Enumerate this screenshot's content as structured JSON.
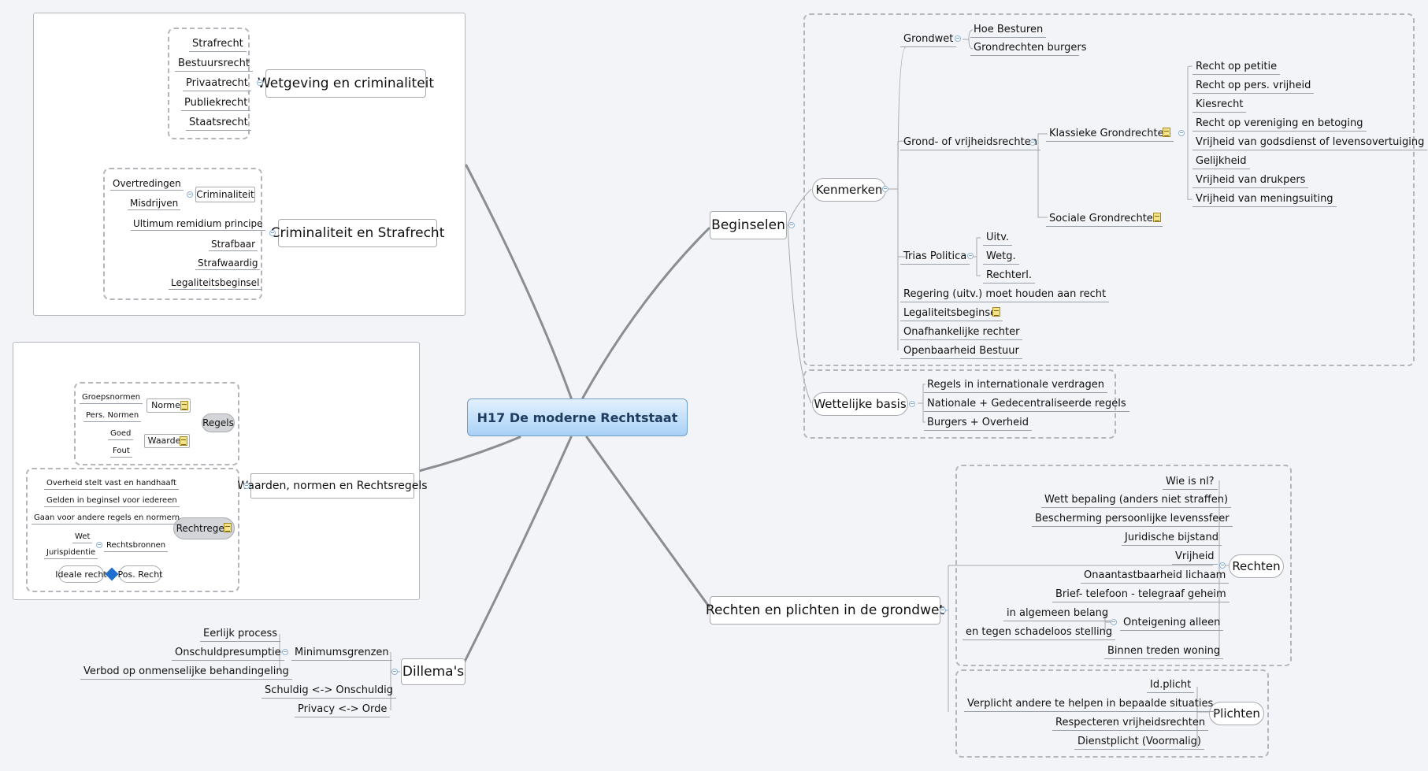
{
  "central": "H17 De moderne Rechtstaat",
  "beginselen": {
    "label": "Beginselen",
    "kenmerken": {
      "label": "Kenmerken",
      "grondwet": {
        "label": "Grondwet",
        "items": [
          "Hoe Besturen",
          "Grondrechten burgers"
        ]
      },
      "vrijheidsrechten": {
        "label": "Grond- of vrijheidsrechten",
        "klassieke": {
          "label": "Klassieke Grondrechten",
          "items": [
            "Recht op petitie",
            "Recht op pers. vrijheid",
            "Kiesrecht",
            "Recht op vereniging en betoging",
            "Vrijheid van godsdienst of levensovertuiging",
            "Gelijkheid",
            "Vrijheid van drukpers",
            "Vrijheid van meningsuiting"
          ]
        },
        "sociale": "Sociale Grondrechten"
      },
      "trias": {
        "label": "Trias Politica",
        "items": [
          "Uitv.",
          "Wetg.",
          "Rechterl."
        ]
      },
      "others": [
        "Regering (uitv.) moet houden aan recht",
        "Legaliteitsbeginsel",
        "Onafhankelijke rechter",
        "Openbaarheid Bestuur"
      ]
    },
    "wettelijke": {
      "label": "Wettelijke basis",
      "items": [
        "Regels in internationale verdragen",
        "Nationale + Gedecentraliseerde regels",
        "Burgers + Overheid"
      ]
    }
  },
  "rechten_plichten": {
    "label": "Rechten en plichten in de grondwet",
    "rechten": {
      "label": "Rechten",
      "items": [
        "Wie is nl?",
        "Wett bepaling (anders niet straffen)",
        "Bescherming persoonlijke levenssfeer",
        "Juridische bijstand",
        "Vrijheid",
        "Onaantastbaarheid lichaam",
        "Brief- telefoon - telegraaf geheim"
      ],
      "onteigening": {
        "label": "Onteigening alleen",
        "items": [
          "in algemeen belang",
          "en tegen schadeloos stelling"
        ]
      },
      "last": "Binnen treden woning"
    },
    "plichten": {
      "label": "Plichten",
      "items": [
        "Id.plicht",
        "Verplicht andere te helpen in bepaalde situaties",
        "Respecteren vrijheidsrechten",
        "Dienstplicht (Voormalig)"
      ]
    }
  },
  "wetgeving": {
    "label": "Wetgeving en criminaliteit",
    "items": [
      "Strafrecht",
      "Bestuursrecht",
      "Privaatrecht",
      "Publiekrecht",
      "Staatsrecht"
    ]
  },
  "criminaliteit": {
    "label": "Criminaliteit en Strafrecht",
    "crim": {
      "label": "Criminaliteit",
      "items": [
        "Overtredingen",
        "Misdrijven"
      ]
    },
    "items": [
      "Ultimum remidium principe",
      "Strafbaar",
      "Strafwaardig",
      "Legaliteitsbeginsel"
    ]
  },
  "waarden": {
    "label": "Waarden, normen en Rechtsregels",
    "regels": {
      "label": "Regels",
      "normen": {
        "label": "Normen",
        "items": [
          "Groepsnormen",
          "Pers. Normen"
        ]
      },
      "waarden": {
        "label": "Waarden",
        "items": [
          "Goed",
          "Fout"
        ]
      }
    },
    "rechtsregels": {
      "label": "Rechtregels",
      "items": [
        "Overheid stelt vast en handhaaft",
        "Gelden in beginsel voor iedereen",
        "Gaan voor andere regels en normern"
      ],
      "bronnen": {
        "label": "Rechtsbronnen",
        "items": [
          "Wet",
          "Jurispidentie"
        ]
      },
      "ideale": "Ideale recht",
      "pos": "Pos. Recht"
    }
  },
  "dillemas": {
    "label": "Dillema's",
    "minimum": {
      "label": "Minimumsgrenzen",
      "items": [
        "Eerlijk process",
        "Onschuldpresumptie",
        "Verbod op onmenselijke behandingeling"
      ]
    },
    "items": [
      "Schuldig <-> Onschuldig",
      "Privacy <-> Orde"
    ]
  }
}
